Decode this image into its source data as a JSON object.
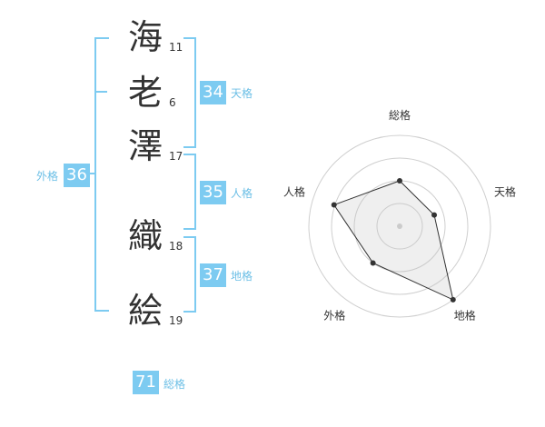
{
  "name": {
    "chars": [
      {
        "char": "海",
        "strokes": "11"
      },
      {
        "char": "老",
        "strokes": "6"
      },
      {
        "char": "澤",
        "strokes": "17"
      },
      {
        "char": "織",
        "strokes": "18"
      },
      {
        "char": "絵",
        "strokes": "19"
      }
    ]
  },
  "kaku": {
    "tenkaku": {
      "value": "34",
      "label": "天格"
    },
    "jinkaku": {
      "value": "35",
      "label": "人格"
    },
    "chikaku": {
      "value": "37",
      "label": "地格"
    },
    "gaikaku": {
      "value": "36",
      "label": "外格"
    },
    "soukaku": {
      "value": "71",
      "label": "総格"
    }
  },
  "colors": {
    "accent": "#7dcbf1",
    "label": "#6cbfe6",
    "text": "#333333"
  },
  "chart_data": {
    "type": "radar",
    "axes": [
      "総格",
      "天格",
      "地格",
      "外格",
      "人格"
    ],
    "values": [
      2.5,
      2,
      5,
      2.5,
      3.8
    ],
    "max": 5,
    "rings": 4
  }
}
